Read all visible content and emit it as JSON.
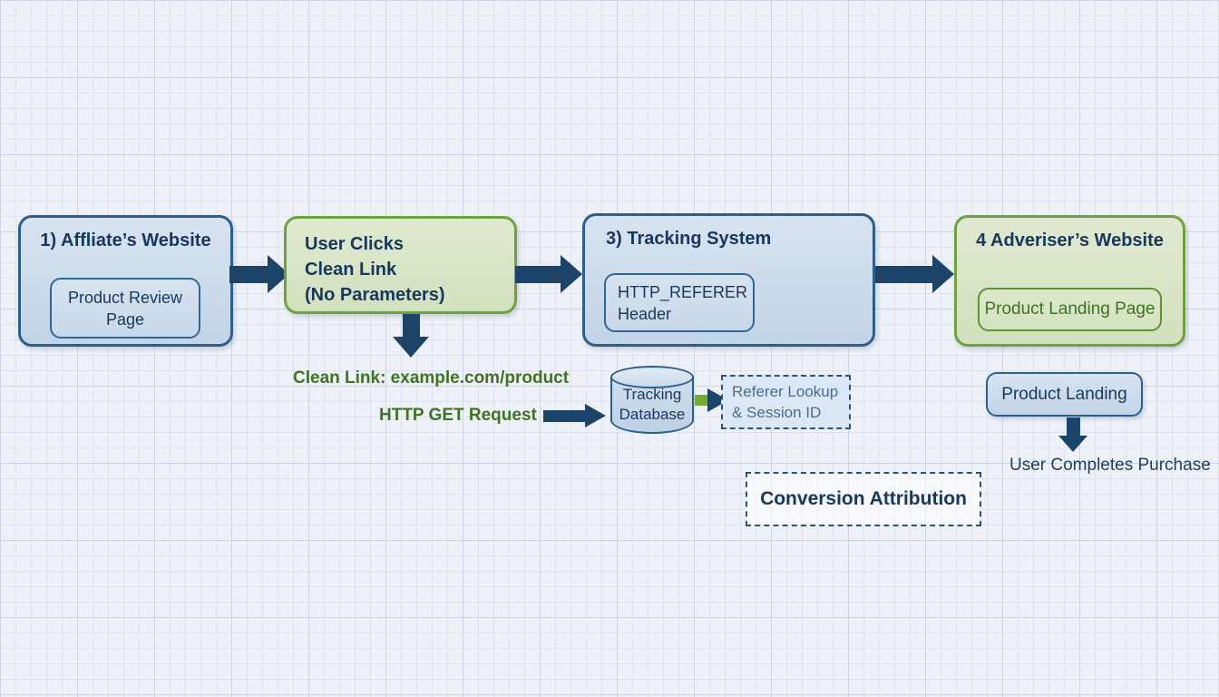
{
  "colors": {
    "navy": "#17375e",
    "arrow": "#1c4368",
    "blue_border": "#2b5f8e",
    "blue_fill_top": "#d8e3f0",
    "blue_fill_bottom": "#c2d4e7",
    "green_border": "#6fa13c",
    "green_fill_top": "#dfe9d0",
    "green_fill_bottom": "#d2e1bd",
    "green_text": "#3e7320",
    "green_arrow": "#76aa33",
    "dashed_border": "#2b5277",
    "referer_text": "#4e6b8c",
    "grid_bg": "#eef1f8",
    "grid_minor": "#dde3f0",
    "grid_major": "#ccd5e8"
  },
  "diagram": {
    "box1": {
      "title": "1) Affliate’s Website",
      "inner_label": "Product Review\nPage"
    },
    "box2": {
      "label": "User Clicks\nClean Link\n(No Parameters)"
    },
    "box3": {
      "title": "3) Tracking System",
      "inner_label": "HTTP_REFERER\nHeader"
    },
    "box4": {
      "title": "4 Adveriser’s Website",
      "inner_label": "Product Landing Page"
    },
    "clean_link_label": "Clean Link: example.com/product",
    "http_get_label": "HTTP GET Request",
    "database_label": "Tracking\nDatabase",
    "referer_label": "Referer Lookup\n& Session ID",
    "conversion_label": "Conversion Attribution",
    "product_landing_label": "Product Landing",
    "purchase_label": "User Completes Purchase"
  }
}
